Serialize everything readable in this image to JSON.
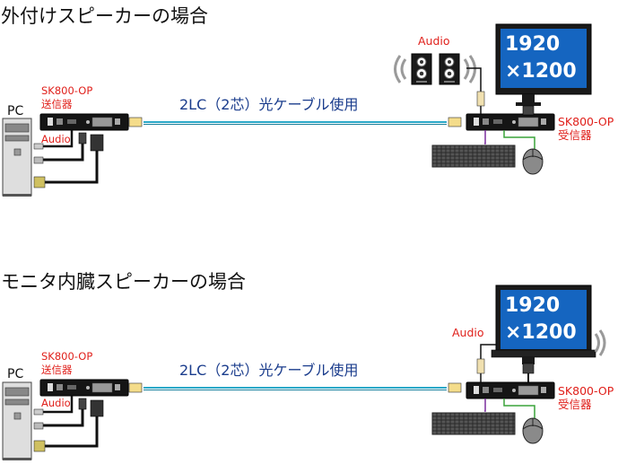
{
  "section1": {
    "title": "外付けスピーカーの場合",
    "pc_label": "PC",
    "tx_model": "SK800-OP",
    "tx_role": "送信器",
    "audio_tx": "Audio",
    "cable": "2LC（2芯）光ケーブル使用",
    "audio_rx": "Audio",
    "rx_model": "SK800-OP",
    "rx_role": "受信器",
    "res_line1": "1920",
    "res_line2": "×1200"
  },
  "section2": {
    "title": "モニタ内臓スピーカーの場合",
    "pc_label": "PC",
    "tx_model": "SK800-OP",
    "tx_role": "送信器",
    "audio_tx": "Audio",
    "cable": "2LC（2芯）光ケーブル使用",
    "audio_rx": "Audio",
    "rx_model": "SK800-OP",
    "rx_role": "受信器",
    "res_line1": "1920",
    "res_line2": "×1200"
  },
  "colors": {
    "fiber": "#2aa8c8",
    "label_red": "#e0201b",
    "label_blue": "#1a3c8c",
    "monitor_screen": "#1565c0",
    "usb_line": "#7b2f9e",
    "green_line": "#3aa33a"
  }
}
